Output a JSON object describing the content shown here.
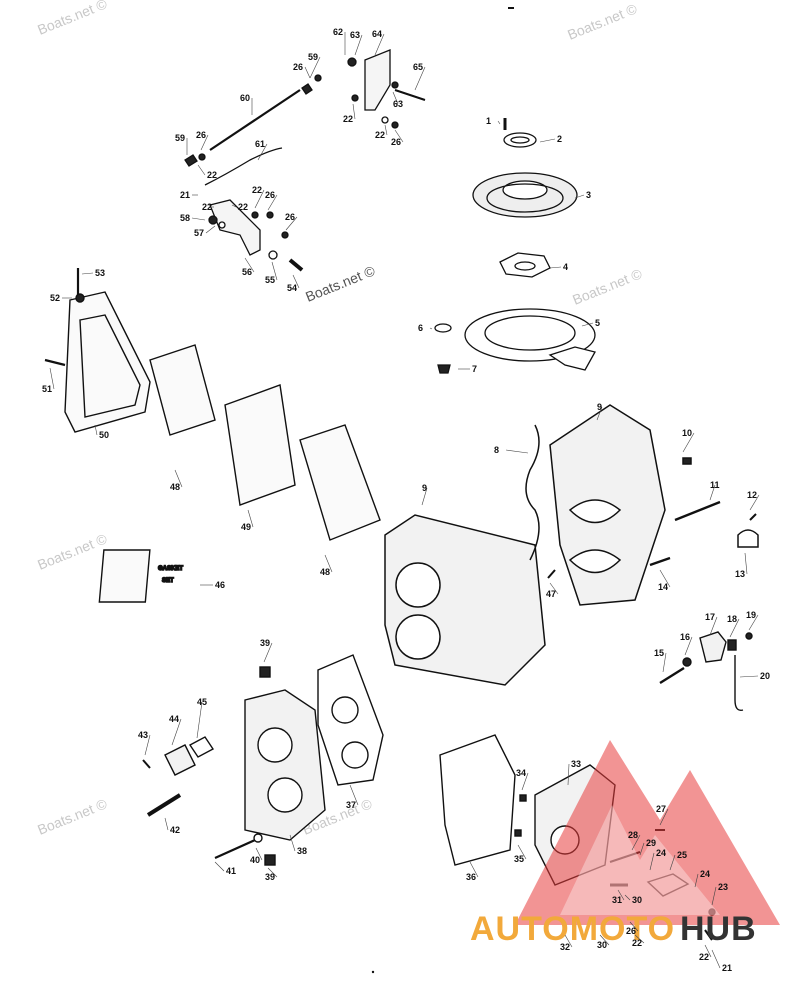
{
  "watermark": "Boats.net ©",
  "brand": {
    "name_left": "AUTOMOTO",
    "name_right": "HUB",
    "color_left": "#f2a93b",
    "color_right": "#333333",
    "triangle_color": "#e83c3c"
  },
  "gasket_set_box": {
    "line1": "GASKET",
    "line2": "SET"
  },
  "callouts": [
    {
      "id": "1",
      "text": "1"
    },
    {
      "id": "2",
      "text": "2"
    },
    {
      "id": "3",
      "text": "3"
    },
    {
      "id": "4",
      "text": "4"
    },
    {
      "id": "5",
      "text": "5"
    },
    {
      "id": "6",
      "text": "6"
    },
    {
      "id": "7",
      "text": "7"
    },
    {
      "id": "8",
      "text": "8"
    },
    {
      "id": "9a",
      "text": "9"
    },
    {
      "id": "9b",
      "text": "9"
    },
    {
      "id": "10",
      "text": "10"
    },
    {
      "id": "11",
      "text": "11"
    },
    {
      "id": "12",
      "text": "12"
    },
    {
      "id": "13",
      "text": "13"
    },
    {
      "id": "14",
      "text": "14"
    },
    {
      "id": "15",
      "text": "15"
    },
    {
      "id": "16",
      "text": "16"
    },
    {
      "id": "17",
      "text": "17"
    },
    {
      "id": "18",
      "text": "18"
    },
    {
      "id": "19",
      "text": "19"
    },
    {
      "id": "20",
      "text": "20"
    },
    {
      "id": "21a",
      "text": "21"
    },
    {
      "id": "21b",
      "text": "21"
    },
    {
      "id": "22a",
      "text": "22"
    },
    {
      "id": "22b",
      "text": "22"
    },
    {
      "id": "22c",
      "text": "22"
    },
    {
      "id": "22d",
      "text": "22"
    },
    {
      "id": "22e",
      "text": "22"
    },
    {
      "id": "22f",
      "text": "22"
    },
    {
      "id": "22g",
      "text": "22"
    },
    {
      "id": "22h",
      "text": "22"
    },
    {
      "id": "23",
      "text": "23"
    },
    {
      "id": "24a",
      "text": "24"
    },
    {
      "id": "24b",
      "text": "24"
    },
    {
      "id": "25",
      "text": "25"
    },
    {
      "id": "26a",
      "text": "26"
    },
    {
      "id": "26b",
      "text": "26"
    },
    {
      "id": "26c",
      "text": "26"
    },
    {
      "id": "26d",
      "text": "26"
    },
    {
      "id": "26e",
      "text": "26"
    },
    {
      "id": "26f",
      "text": "26"
    },
    {
      "id": "27",
      "text": "27"
    },
    {
      "id": "28",
      "text": "28"
    },
    {
      "id": "29",
      "text": "29"
    },
    {
      "id": "30a",
      "text": "30"
    },
    {
      "id": "30b",
      "text": "30"
    },
    {
      "id": "31",
      "text": "31"
    },
    {
      "id": "32",
      "text": "32"
    },
    {
      "id": "33",
      "text": "33"
    },
    {
      "id": "34",
      "text": "34"
    },
    {
      "id": "35",
      "text": "35"
    },
    {
      "id": "36",
      "text": "36"
    },
    {
      "id": "37",
      "text": "37"
    },
    {
      "id": "38",
      "text": "38"
    },
    {
      "id": "39a",
      "text": "39"
    },
    {
      "id": "39b",
      "text": "39"
    },
    {
      "id": "40",
      "text": "40"
    },
    {
      "id": "41",
      "text": "41"
    },
    {
      "id": "42",
      "text": "42"
    },
    {
      "id": "43",
      "text": "43"
    },
    {
      "id": "44",
      "text": "44"
    },
    {
      "id": "45",
      "text": "45"
    },
    {
      "id": "46",
      "text": "46"
    },
    {
      "id": "47",
      "text": "47"
    },
    {
      "id": "48a",
      "text": "48"
    },
    {
      "id": "48b",
      "text": "48"
    },
    {
      "id": "49",
      "text": "49"
    },
    {
      "id": "50",
      "text": "50"
    },
    {
      "id": "51",
      "text": "51"
    },
    {
      "id": "52",
      "text": "52"
    },
    {
      "id": "53",
      "text": "53"
    },
    {
      "id": "54",
      "text": "54"
    },
    {
      "id": "55",
      "text": "55"
    },
    {
      "id": "56",
      "text": "56"
    },
    {
      "id": "57",
      "text": "57"
    },
    {
      "id": "58",
      "text": "58"
    },
    {
      "id": "59a",
      "text": "59"
    },
    {
      "id": "59b",
      "text": "59"
    },
    {
      "id": "60",
      "text": "60"
    },
    {
      "id": "61",
      "text": "61"
    },
    {
      "id": "62",
      "text": "62"
    },
    {
      "id": "63a",
      "text": "63"
    },
    {
      "id": "63b",
      "text": "63"
    },
    {
      "id": "64",
      "text": "64"
    },
    {
      "id": "65",
      "text": "65"
    }
  ]
}
